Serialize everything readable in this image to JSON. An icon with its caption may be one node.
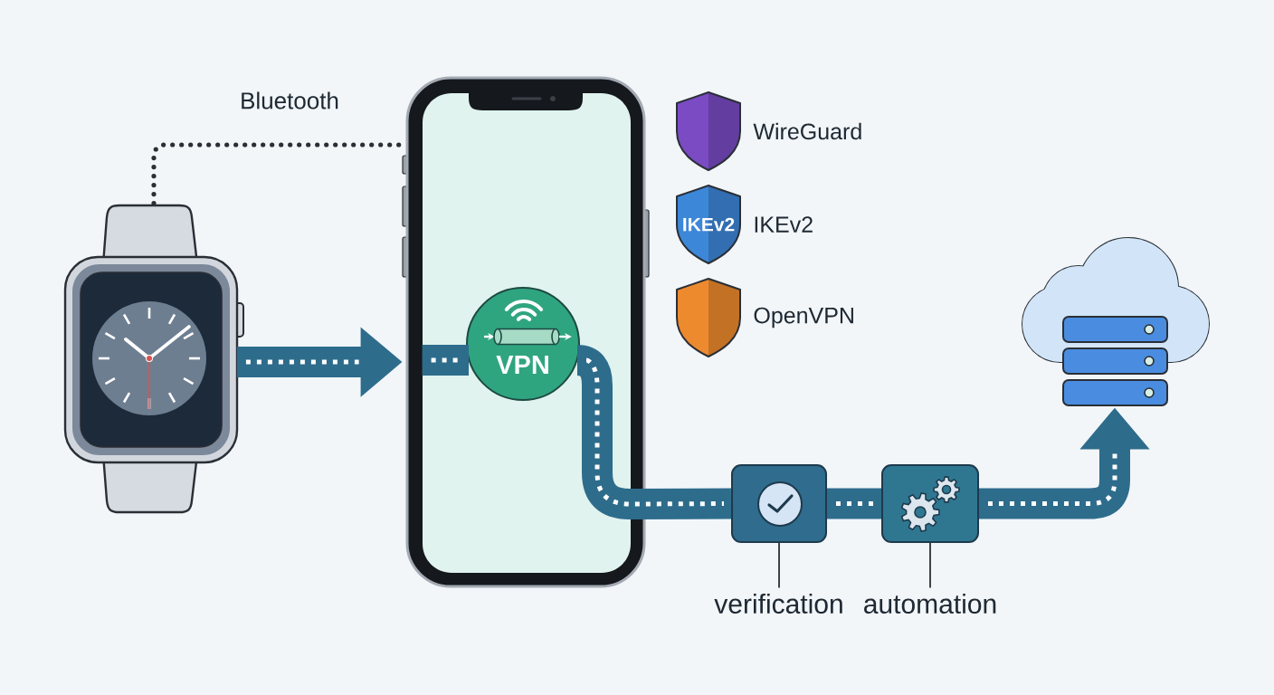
{
  "diagram": {
    "nodes": [
      {
        "text": [],
        "shape": "picture"
      },
      {
        "text": [],
        "shape": "picture"
      },
      {
        "text": [
          "VPN"
        ],
        "in": 1
      },
      {
        "text": [],
        "shape": "shield",
        "beside": [
          "WireGuard"
        ]
      },
      {
        "text": [
          "IKEv2"
        ],
        "beside": [
          "IKEv2"
        ]
      },
      {
        "text": [],
        "shape": "shield",
        "beside": [
          "OpenVPN"
        ]
      },
      {
        "text": [],
        "shape": "cloud"
      },
      {
        "text": [],
        "shape": "box"
      },
      {
        "text": [],
        "shape": "box"
      },
      {
        "text": [
          "verification"
        ]
      },
      {
        "text": [
          "automation"
        ]
      }
    ],
    "edges": [
      {
        "from": 0,
        "to": 1,
        "arrow": "none",
        "label": "Bluetooth",
        "style": "dashed",
        "color": "#2a2f36"
      },
      {
        "from": 0,
        "to": 1,
        "arrow": "to"
      },
      {
        "from": 1,
        "to": 2,
        "arrow": "none"
      },
      {
        "from": 2,
        "to": 7,
        "arrow": "none"
      },
      {
        "from": 7,
        "to": 8,
        "arrow": "none"
      },
      {
        "from": 8,
        "to": 6,
        "arrow": "to"
      },
      {
        "from": 9,
        "to": 7,
        "arrow": "none",
        "color": "#2a2f36"
      },
      {
        "from": 10,
        "to": 8,
        "arrow": "none",
        "color": "#2a2f36"
      }
    ]
  }
}
